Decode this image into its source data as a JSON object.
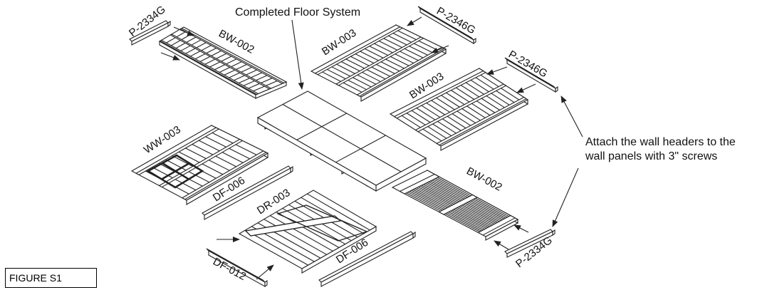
{
  "title": "Completed Floor System",
  "note_line1": "Attach the wall headers to the",
  "note_line2": "wall panels with 3\" screws",
  "figure_label": "FIGURE S1",
  "parts": {
    "header_tl": "P-2334G",
    "panel_tl": "BW-002",
    "panel_tc": "BW-003",
    "header_tr": "P-2346G",
    "header_r": "P-2346G",
    "panel_r": "BW-003",
    "window_wall": "WW-003",
    "df_left": "DF-006",
    "door": "DR-003",
    "df_012": "DF-012",
    "df_bottom": "DF-006",
    "panel_br": "BW-002",
    "header_br": "P-2334G"
  }
}
